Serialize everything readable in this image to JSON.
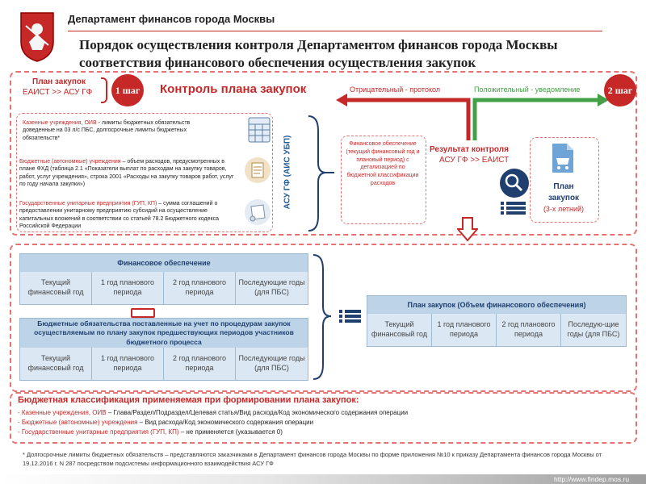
{
  "header": {
    "org_title": "Департамент финансов города Москвы",
    "page_title_line1": "Порядок осуществления контроля Департаментом финансов города Москвы",
    "page_title_line2": "соответствия финансового обеспечения осуществления закупок"
  },
  "top_row": {
    "plan_label_line1": "План закупок",
    "plan_label_line2": "ЕАИСТ >> АСУ ГФ",
    "step1": "1 шаг",
    "control_title": "Контроль плана закупок",
    "negative": "Отрицательный - протокол",
    "positive": "Положительный - уведомление",
    "step2": "2 шаг"
  },
  "institutions": [
    {
      "title": "Казенные учреждения, ОИВ",
      "text": " - лимиты бюджетных обязательств доведенные на 03 л/с ПБС, долгосрочные лимиты бюджетных обязательств*",
      "icon": "table-icon"
    },
    {
      "title": "Бюджетные (автономные) учреждения",
      "text": " – объем расходов, предусмотренных в плане ФХД (таблица 2.1 «Показатели выплат по расходам на закупку товаров, работ, услуг учреждения», строка 2001 «Расходы на закупку товаров работ, услуг по году начала закупки»)",
      "icon": "document-icon"
    },
    {
      "title": "Государственные унитарные предприятия (ГУП, КП)",
      "text": " – сумма соглашений о предоставлении унитарному предприятию субсидий на осуществление капитальных вложений в соответствии со статьей 78.2 Бюджетного кодекса Российской Федерации",
      "icon": "paper-roll-icon"
    }
  ],
  "vertical_label": "АСУ ГФ (АИС УБП)",
  "financing_text": "Финансовое обеспечение (текущий финансовый год и плановый период) с детализацией по бюджетной классификации расходов",
  "result_label_line1": "Результат контроля",
  "result_label_line2": "АСУ ГФ >> ЕАИСТ",
  "plan3_line1": "План",
  "plan3_line2": "закупок",
  "plan3_line3": "(3-х летний)",
  "fin_table": {
    "header": "Финансовое обеспечение",
    "cells": [
      "Текущий финансовый год",
      "1 год планового периода",
      "2 год планового периода",
      "Последующие годы (для ПБС)"
    ]
  },
  "budget_table": {
    "header": "Бюджетные обязательства поставленные на учет по процедурам закупок осуществляемым по плану закупок предшествующих периодов участников бюджетного процесса",
    "cells": [
      "Текущий финансовый год",
      "1 год планового периода",
      "2 год планового периода",
      "Последующие годы (для ПБС)"
    ]
  },
  "plan_table": {
    "header": "План закупок (Объем финансового обеспечения)",
    "cells": [
      "Текущий финансовый год",
      "1 год планового периода",
      "2 год планового периода",
      "Последую-щие годы (для ПБС)"
    ]
  },
  "classification": {
    "title": "Бюджетная классификация применяемая при формировании плана закупок:",
    "lines": [
      {
        "lead": "- Казенные учреждения, ОИВ",
        "rest": " – Глава/Раздел/Подраздел/Целевая статья/Вид расхода/Код экономического содержания операции"
      },
      {
        "lead": "- Бюджетные (автономные) учреждения",
        "rest": " – Вид расхода/Код экономического содержания операции"
      },
      {
        "lead": "- Государственные унитарные предприятия (ГУП, КП)",
        "rest": " – не применяется (указывается 0)"
      }
    ]
  },
  "footnote": "* Долгосрочные лимиты бюджетных обязательств – представляются заказчиками в Департамент финансов города Москвы по форме приложения №10 к приказу Департамента финансов города Москвы от 19.12.2016 г. N 287 посредством подсистемы информационного взаимодействия АСУ ГФ",
  "footer_url": "http://www.findep.mos.ru",
  "colors": {
    "accent": "#c62828",
    "positive": "#43a047",
    "table": "#dbe8f3"
  }
}
